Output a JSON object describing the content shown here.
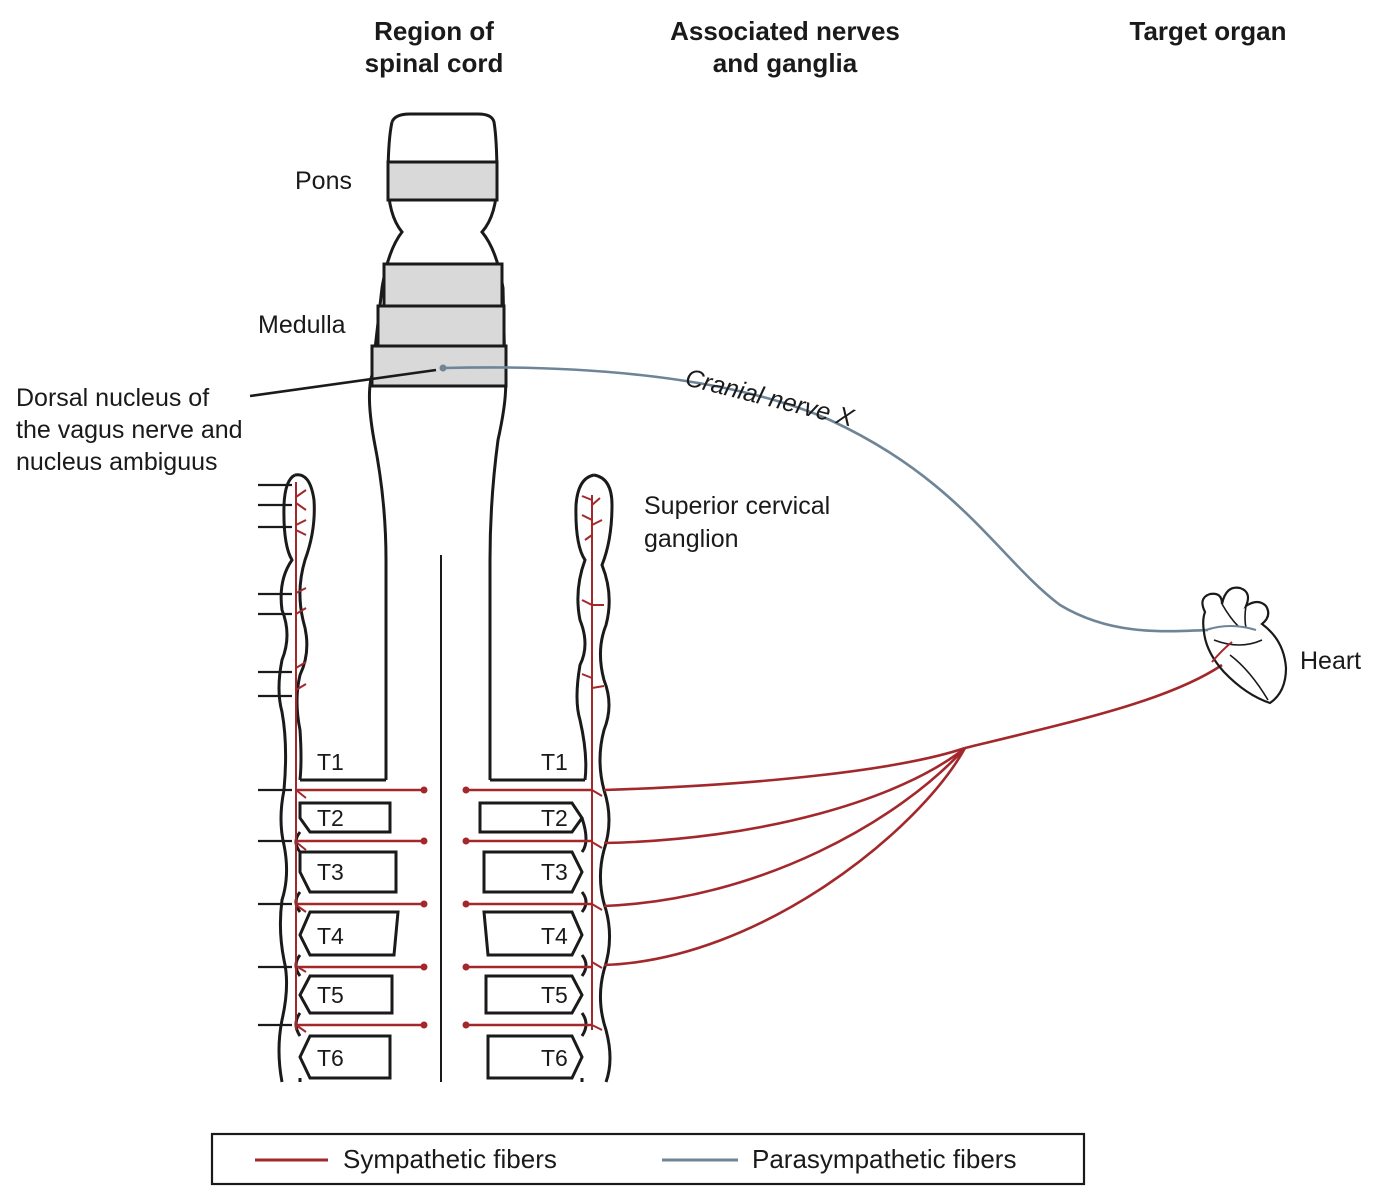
{
  "headers": {
    "region": [
      "Region of",
      "spinal cord"
    ],
    "nerves": [
      "Associated nerves",
      "and ganglia"
    ],
    "target": "Target organ"
  },
  "labels": {
    "pons": "Pons",
    "medulla": "Medulla",
    "dorsal_nucleus": [
      "Dorsal nucleus of",
      "the vagus nerve and",
      "nucleus ambiguus"
    ],
    "cranial_nerve": "Cranial nerve X",
    "superior_cervical": [
      "Superior cervical",
      "ganglion"
    ],
    "heart": "Heart"
  },
  "segments": [
    "T1",
    "T2",
    "T3",
    "T4",
    "T5",
    "T6"
  ],
  "legend": {
    "sympathetic": "Sympathetic fibers",
    "parasympathetic": "Parasympathetic fibers"
  },
  "colors": {
    "sympathetic": "#a3282b",
    "parasympathetic": "#6e8598",
    "outline": "#1a1a1a",
    "band": "#d9d9d9"
  }
}
